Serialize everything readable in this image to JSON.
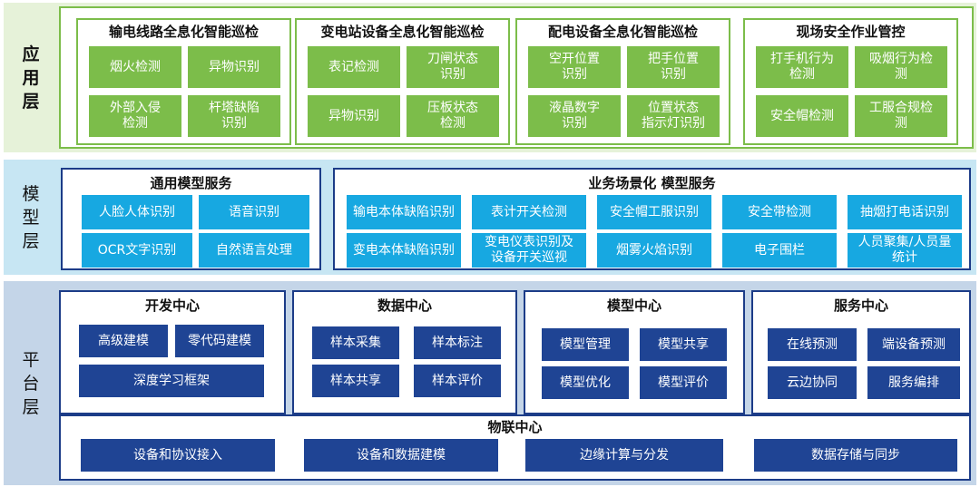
{
  "layers": {
    "application": {
      "label_chars": [
        "应",
        "用",
        "层"
      ]
    },
    "model": {
      "label_chars": [
        "模",
        "型",
        "层"
      ]
    },
    "platform": {
      "label_chars": [
        "平",
        "台",
        "层"
      ]
    }
  },
  "application_groups": [
    {
      "title": "输电线路全息化智能巡检",
      "items": [
        {
          "line1": "烟火检测",
          "line2": ""
        },
        {
          "line1": "异物识别",
          "line2": ""
        },
        {
          "line1": "外部入侵",
          "line2": "检测"
        },
        {
          "line1": "杆塔缺陷",
          "line2": "识别"
        }
      ]
    },
    {
      "title": "变电站设备全息化智能巡检",
      "items": [
        {
          "line1": "表记检测",
          "line2": ""
        },
        {
          "line1": "刀闸状态",
          "line2": "识别"
        },
        {
          "line1": "异物识别",
          "line2": ""
        },
        {
          "line1": "压板状态",
          "line2": "检测"
        }
      ]
    },
    {
      "title": "配电设备全息化智能巡检",
      "items": [
        {
          "line1": "空开位置",
          "line2": "识别"
        },
        {
          "line1": "把手位置",
          "line2": "识别"
        },
        {
          "line1": "液晶数字",
          "line2": "识别"
        },
        {
          "line1": "位置状态",
          "line2": "指示灯识别"
        }
      ]
    },
    {
      "title": "现场安全作业管控",
      "items": [
        {
          "line1": "打手机行为",
          "line2": "检测"
        },
        {
          "line1": "吸烟行为检",
          "line2": "测"
        },
        {
          "line1": "安全帽检测",
          "line2": ""
        },
        {
          "line1": "工服合规检",
          "line2": "测"
        }
      ]
    }
  ],
  "model_services": {
    "general": {
      "title": "通用模型服务",
      "items": [
        "人脸人体识别",
        "语音识别",
        "OCR文字识别",
        "自然语言处理"
      ]
    },
    "business": {
      "title": "业务场景化 模型服务",
      "items": [
        {
          "line1": "输电本体缺陷识别",
          "line2": ""
        },
        {
          "line1": "表计开关检测",
          "line2": ""
        },
        {
          "line1": "安全帽工服识别",
          "line2": ""
        },
        {
          "line1": "安全带检测",
          "line2": ""
        },
        {
          "line1": "抽烟打电话识别",
          "line2": ""
        },
        {
          "line1": "变电本体缺陷识别",
          "line2": ""
        },
        {
          "line1": "变电仪表识别及",
          "line2": "设备开关巡视"
        },
        {
          "line1": "烟雾火焰识别",
          "line2": ""
        },
        {
          "line1": "电子围栏",
          "line2": ""
        },
        {
          "line1": "人员聚集/人员量",
          "line2": "统计"
        }
      ]
    }
  },
  "platform_centers": [
    {
      "title": "开发中心",
      "items": [
        "高级建模",
        "零代码建模",
        "深度学习框架"
      ]
    },
    {
      "title": "数据中心",
      "items": [
        "样本采集",
        "样本标注",
        "样本共享",
        "样本评价"
      ]
    },
    {
      "title": "模型中心",
      "items": [
        "模型管理",
        "模型共享",
        "模型优化",
        "模型评价"
      ]
    },
    {
      "title": "服务中心",
      "items": [
        "在线预测",
        "端设备预测",
        "云边协同",
        "服务编排"
      ]
    }
  ],
  "iot_center": {
    "title": "物联中心",
    "items": [
      "设备和协议接入",
      "设备和数据建模",
      "边缘计算与分发",
      "数据存储与同步"
    ]
  },
  "colors": {
    "app_green": "#7cbd4a",
    "model_cyan": "#17a8e1",
    "platform_navy": "#1f4494",
    "app_bg": "#e6f2d9",
    "model_bg": "#c7e6f3",
    "platform_bg": "#c4d5e8",
    "border_navy": "#1c3c88"
  }
}
